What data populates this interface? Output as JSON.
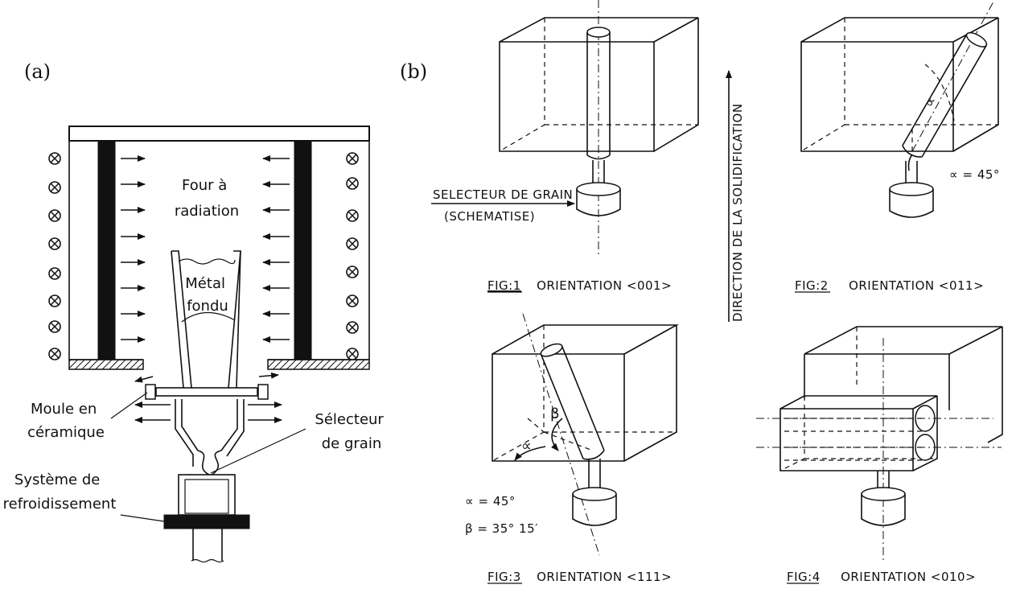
{
  "panel_a": {
    "label": "(a)",
    "furnace": "Four à\nradiation",
    "molten_metal": "Métal\nfondu",
    "mold": "Moule en\ncéramique",
    "grain_selector": "Sélecteur\nde grain",
    "cooling": "Système de\nrefroidissement"
  },
  "panel_b": {
    "label": "(b)",
    "selector_label": "SELECTEUR DE GRAIN",
    "selector_sub": "(SCHEMATISE)",
    "direction": "DIRECTION DE LA SOLIDIFICATION",
    "fig1_num": "FIG:1",
    "fig1_orient": "ORIENTATION <001>",
    "fig2_num": "FIG:2",
    "fig2_orient": "ORIENTATION <011>",
    "fig2_angle": "∝ = 45°",
    "fig3_num": "FIG:3",
    "fig3_orient": "ORIENTATION <111>",
    "fig3_alpha": "∝ = 45°",
    "fig3_beta": "β = 35° 15′",
    "fig4_num": "FIG:4",
    "fig4_orient": "ORIENTATION <010>",
    "alpha_symbol": "∝",
    "beta_symbol": "β"
  }
}
